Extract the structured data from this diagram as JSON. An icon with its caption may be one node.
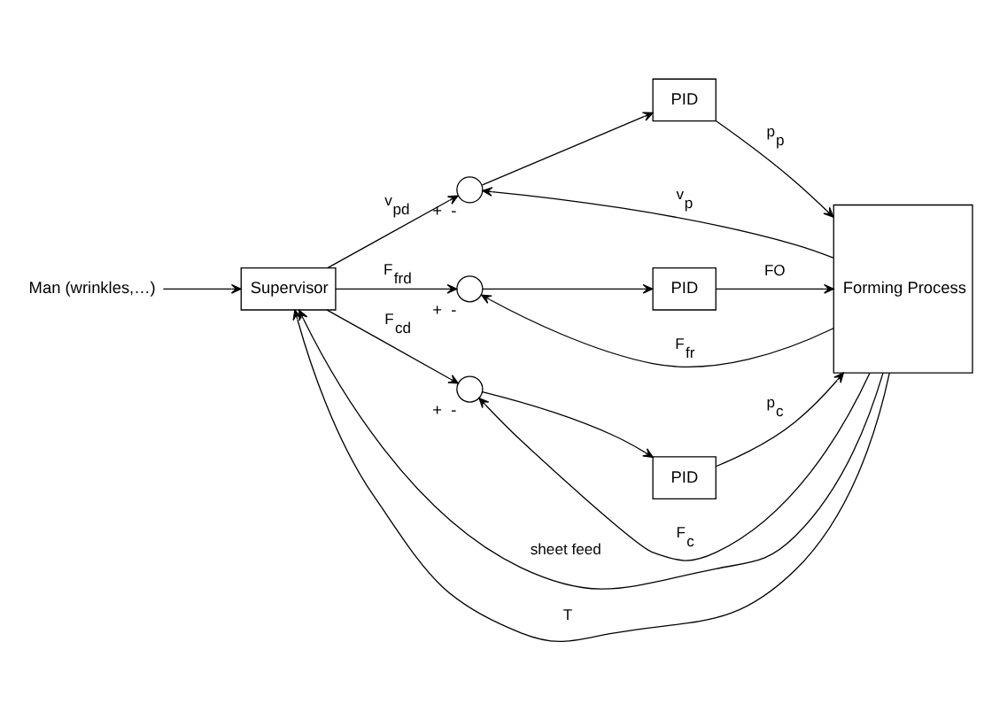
{
  "diagram": {
    "nodes": [
      {
        "text": [
          "Supervisor"
        ]
      },
      {
        "text": [
          "Man (wrinkles,…)"
        ]
      },
      {
        "text": [],
        "shape": "circle",
        "beside": [
          "+",
          "-"
        ]
      },
      {
        "text": [
          "PID"
        ]
      },
      {
        "text": [],
        "shape": "circle",
        "beside": [
          "+",
          "-"
        ]
      },
      {
        "text": [
          "PID"
        ]
      },
      {
        "text": [],
        "shape": "circle",
        "beside": [
          "+",
          "-"
        ]
      },
      {
        "text": [
          "PID"
        ]
      },
      {
        "text": [
          "Forming Process"
        ]
      }
    ],
    "edges": [
      {
        "from": 1,
        "to": 0,
        "arrow": "to"
      },
      {
        "from": 8,
        "to": 0,
        "arrow": "to",
        "label": "sheet feed"
      },
      {
        "from": 8,
        "to": 0,
        "arrow": "to",
        "label": "T"
      },
      {
        "from": 0,
        "to": 2,
        "arrow": "to",
        "label": "v$_{pd}$"
      },
      {
        "from": 0,
        "to": 4,
        "arrow": "to",
        "label": "F$_{frd}$"
      },
      {
        "from": 0,
        "to": 6,
        "arrow": "to",
        "label": "F$_{cd}$"
      },
      {
        "from": 8,
        "to": 2,
        "arrow": "to",
        "label": "v$_{p}$"
      },
      {
        "from": 2,
        "to": 3,
        "arrow": "to"
      },
      {
        "from": 3,
        "to": 8,
        "arrow": "to",
        "label": "p$_{p}$"
      },
      {
        "from": 4,
        "to": 5,
        "arrow": "to"
      },
      {
        "from": 5,
        "to": 8,
        "arrow": "to",
        "label": "FO"
      },
      {
        "from": 6,
        "to": 7,
        "arrow": "to"
      },
      {
        "from": 7,
        "to": 8,
        "arrow": "to",
        "label": "p$_{c}$"
      },
      {
        "from": 8,
        "to": 4,
        "arrow": "to",
        "label": "F$_{fr}$"
      },
      {
        "from": 8,
        "to": 6,
        "arrow": "to",
        "label": "F$_{c}$"
      }
    ]
  }
}
